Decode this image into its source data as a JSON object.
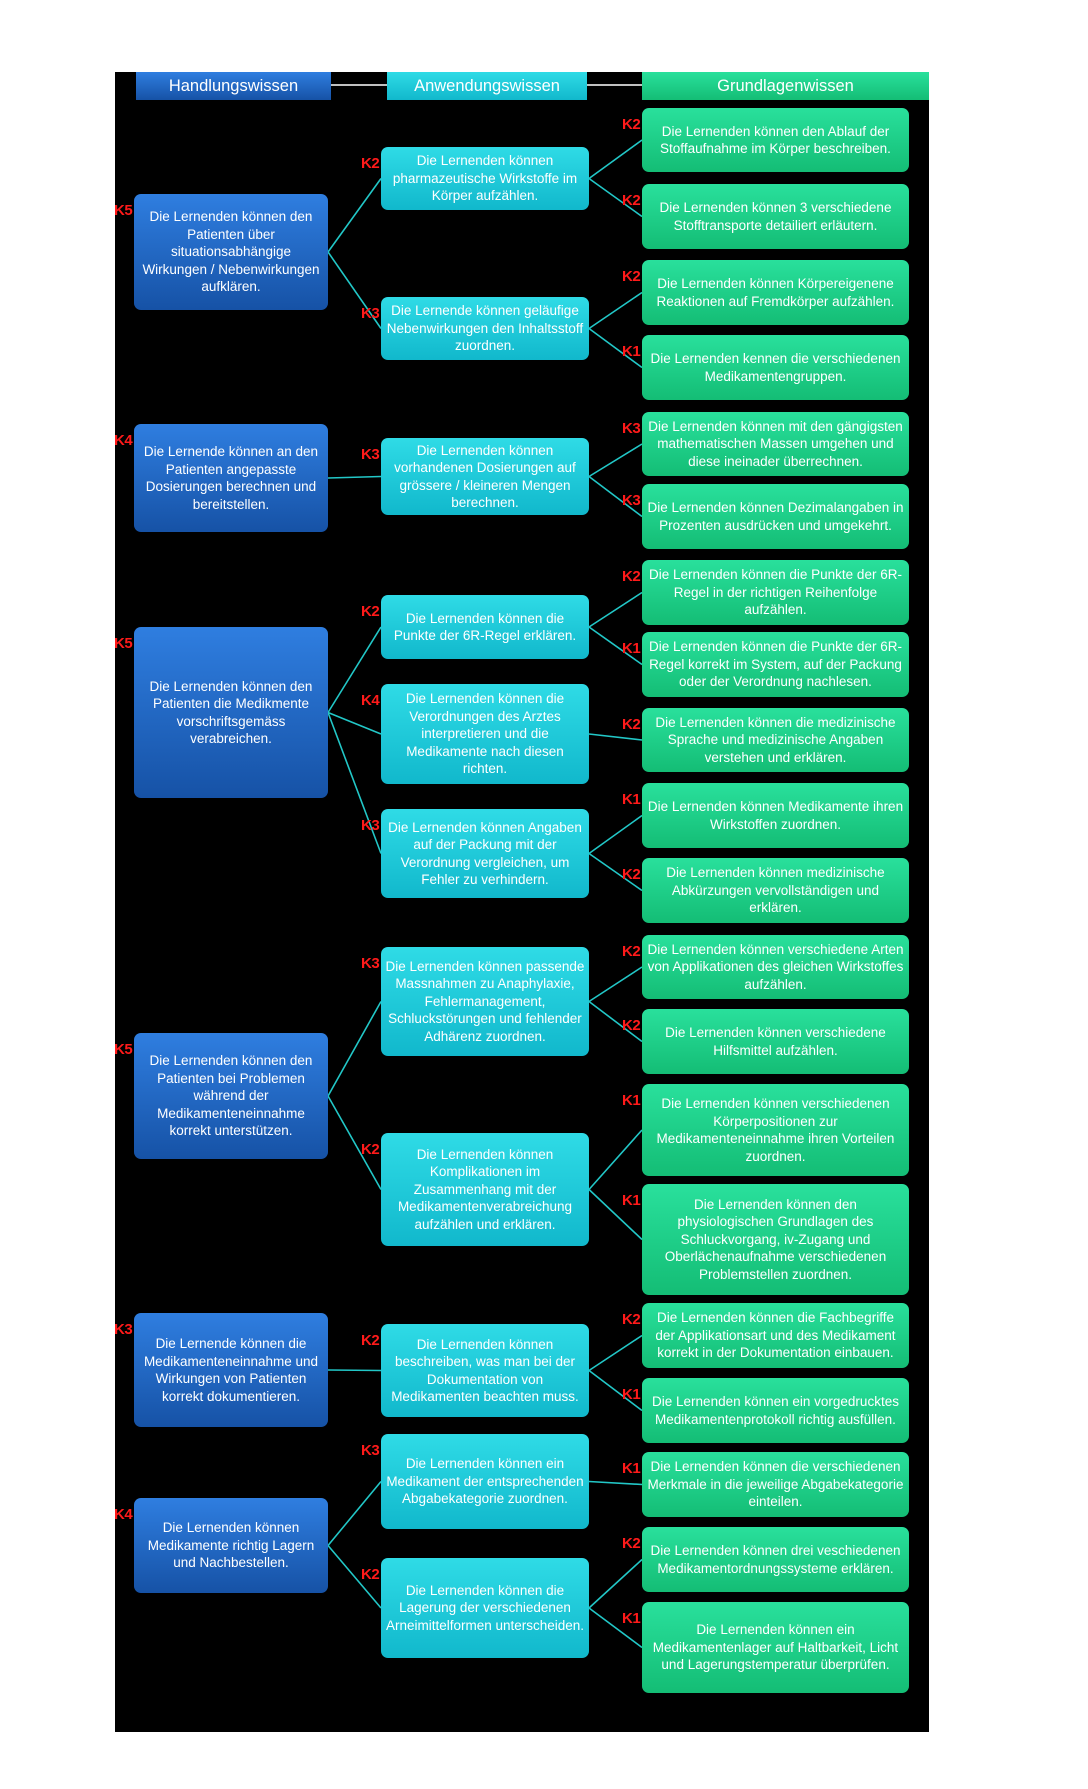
{
  "headers": {
    "col1": "Handlungswissen",
    "col2": "Anwendungswissen",
    "col3": "Grundlagenwissen"
  },
  "colors": {
    "column1": "#1f6bcc",
    "column2": "#1ccbdc",
    "column3": "#1fcf87",
    "connector": "#22c7c7",
    "level_label": "#ff1a1a"
  },
  "handlung": [
    {
      "k": "K5",
      "text": "Die Lernenden können den Patienten über situationsabhängige Wirkungen / Nebenwirkungen aufklären."
    },
    {
      "k": "K4",
      "text": "Die Lernende können an den Patienten angepasste Dosierungen berechnen und bereitstellen."
    },
    {
      "k": "K5",
      "text": "Die Lernenden können den Patienten die Medikmente vorschriftsgemäss verabreichen."
    },
    {
      "k": "K5",
      "text": "Die Lernenden können den Patienten bei Problemen während der Medikamenteneinnahme korrekt  unterstützen."
    },
    {
      "k": "K3",
      "text": "Die Lernende können die Medikamenteneinnahme und Wirkungen von Patienten korrekt dokumentieren."
    },
    {
      "k": "K4",
      "text": "Die Lernenden können Medikamente richtig Lagern und Nachbestellen."
    }
  ],
  "anwendung": [
    {
      "k": "K2",
      "text": "Die Lernenden können pharmazeutische Wirkstoffe im Körper aufzählen."
    },
    {
      "k": "K3",
      "text": "Die Lernende können geläufige Nebenwirkungen den Inhaltsstoff zuordnen."
    },
    {
      "k": "K3",
      "text": "Die Lernenden können vorhandenen Dosierungen auf grössere / kleineren Mengen berechnen."
    },
    {
      "k": "K2",
      "text": "Die Lernenden können die Punkte der 6R-Regel erklären."
    },
    {
      "k": "K4",
      "text": "Die Lernenden können die Verordnungen des Arztes interpretieren und die Medikamente nach diesen richten."
    },
    {
      "k": "K3",
      "text": "Die Lernenden können Angaben auf der Packung mit der Verordnung vergleichen, um Fehler zu verhindern."
    },
    {
      "k": "K3",
      "text": "Die Lernenden können passende Massnahmen zu Anaphylaxie, Fehlermanagement, Schluckstörungen und fehlender Adhärenz zuordnen."
    },
    {
      "k": "K2",
      "text": "Die Lernenden können Komplikationen im Zusammenhang mit der Medikamentenverabreichung aufzählen und erklären."
    },
    {
      "k": "K2",
      "text": "Die Lernenden können beschreiben, was man bei der Dokumentation von Medikamenten beachten muss."
    },
    {
      "k": "K3",
      "text": "Die Lernenden können ein Medikament der entsprechenden Abgabekategorie zuordnen."
    },
    {
      "k": "K2",
      "text": "Die Lernenden können die Lagerung der verschiedenen Arneimittelformen unterscheiden."
    }
  ],
  "grundlagen": [
    {
      "k": "K2",
      "text": "Die Lernenden können den Ablauf der Stoffaufnahme im Körper beschreiben."
    },
    {
      "k": "K2",
      "text": "Die Lernenden können 3 verschiedene Stofftransporte detailiert erläutern."
    },
    {
      "k": "K2",
      "text": "Die Lernenden können Körpereigenene Reaktionen auf Fremdkörper aufzählen."
    },
    {
      "k": "K1",
      "text": "Die Lernenden kennen die verschiedenen Medikamentengruppen."
    },
    {
      "k": "K3",
      "text": "Die Lernenden können mit den gängigsten mathematischen Massen umgehen und diese ineinader überrechnen."
    },
    {
      "k": "K3",
      "text": "Die Lernenden können Dezimalangaben in Prozenten ausdrücken und umgekehrt."
    },
    {
      "k": "K2",
      "text": "Die Lernenden können die Punkte der 6R-Regel in der richtigen Reihenfolge aufzählen."
    },
    {
      "k": "K1",
      "text": "Die Lernenden können die Punkte der 6R-Regel korrekt im System, auf der Packung oder der Verordnung nachlesen."
    },
    {
      "k": "K2",
      "text": "Die Lernenden können die medizinische Sprache und medizinische Angaben verstehen und erklären."
    },
    {
      "k": "K1",
      "text": "Die Lernenden können Medikamente ihren Wirkstoffen zuordnen."
    },
    {
      "k": "K2",
      "text": "Die Lernenden können medizinische Abkürzungen vervollständigen und erklären."
    },
    {
      "k": "K2",
      "text": "Die Lernenden können verschiedene Arten von Applikationen des gleichen Wirkstoffes aufzählen."
    },
    {
      "k": "K2",
      "text": "Die Lernenden können verschiedene Hilfsmittel aufzählen."
    },
    {
      "k": "K1",
      "text": "Die Lernenden können verschiedenen Körperpositionen zur Medikamenteneinnahme ihren Vorteilen zuordnen."
    },
    {
      "k": "K1",
      "text": "Die Lernenden  können den physiologischen Grundlagen des Schluckvorgang,  iv-Zugang und Oberlächenaufnahme  verschiedenen Problemstellen zuordnen."
    },
    {
      "k": "K2",
      "text": "Die Lernenden können die Fachbegriffe der Applikationsart und des Medikament korrekt in der Dokumentation einbauen."
    },
    {
      "k": "K1",
      "text": "Die Lernenden können ein vorgedrucktes Medikamentenprotokoll richtig ausfüllen."
    },
    {
      "k": "K1",
      "text": "Die Lernenden können die verschiedenen Merkmale in die jeweilige Abgabekategorie einteilen."
    },
    {
      "k": "K2",
      "text": "Die Lernenden können drei veschiedenen Medikamentordnungssysteme erklären."
    },
    {
      "k": "K1",
      "text": "Die Lernenden können ein Medikamentenlager auf Haltbarkeit, Licht und Lagerungstemperatur überprüfen."
    }
  ],
  "links_1_2": [
    [
      0,
      0
    ],
    [
      0,
      1
    ],
    [
      1,
      2
    ],
    [
      2,
      3
    ],
    [
      2,
      4
    ],
    [
      2,
      5
    ],
    [
      3,
      6
    ],
    [
      3,
      7
    ],
    [
      4,
      8
    ],
    [
      5,
      9
    ],
    [
      5,
      10
    ]
  ],
  "links_2_3": [
    [
      0,
      0
    ],
    [
      0,
      1
    ],
    [
      1,
      2
    ],
    [
      1,
      3
    ],
    [
      2,
      4
    ],
    [
      2,
      5
    ],
    [
      3,
      6
    ],
    [
      3,
      7
    ],
    [
      4,
      8
    ],
    [
      5,
      9
    ],
    [
      5,
      10
    ],
    [
      6,
      11
    ],
    [
      6,
      12
    ],
    [
      7,
      13
    ],
    [
      7,
      14
    ],
    [
      8,
      15
    ],
    [
      8,
      16
    ],
    [
      9,
      17
    ],
    [
      10,
      18
    ],
    [
      10,
      19
    ]
  ]
}
